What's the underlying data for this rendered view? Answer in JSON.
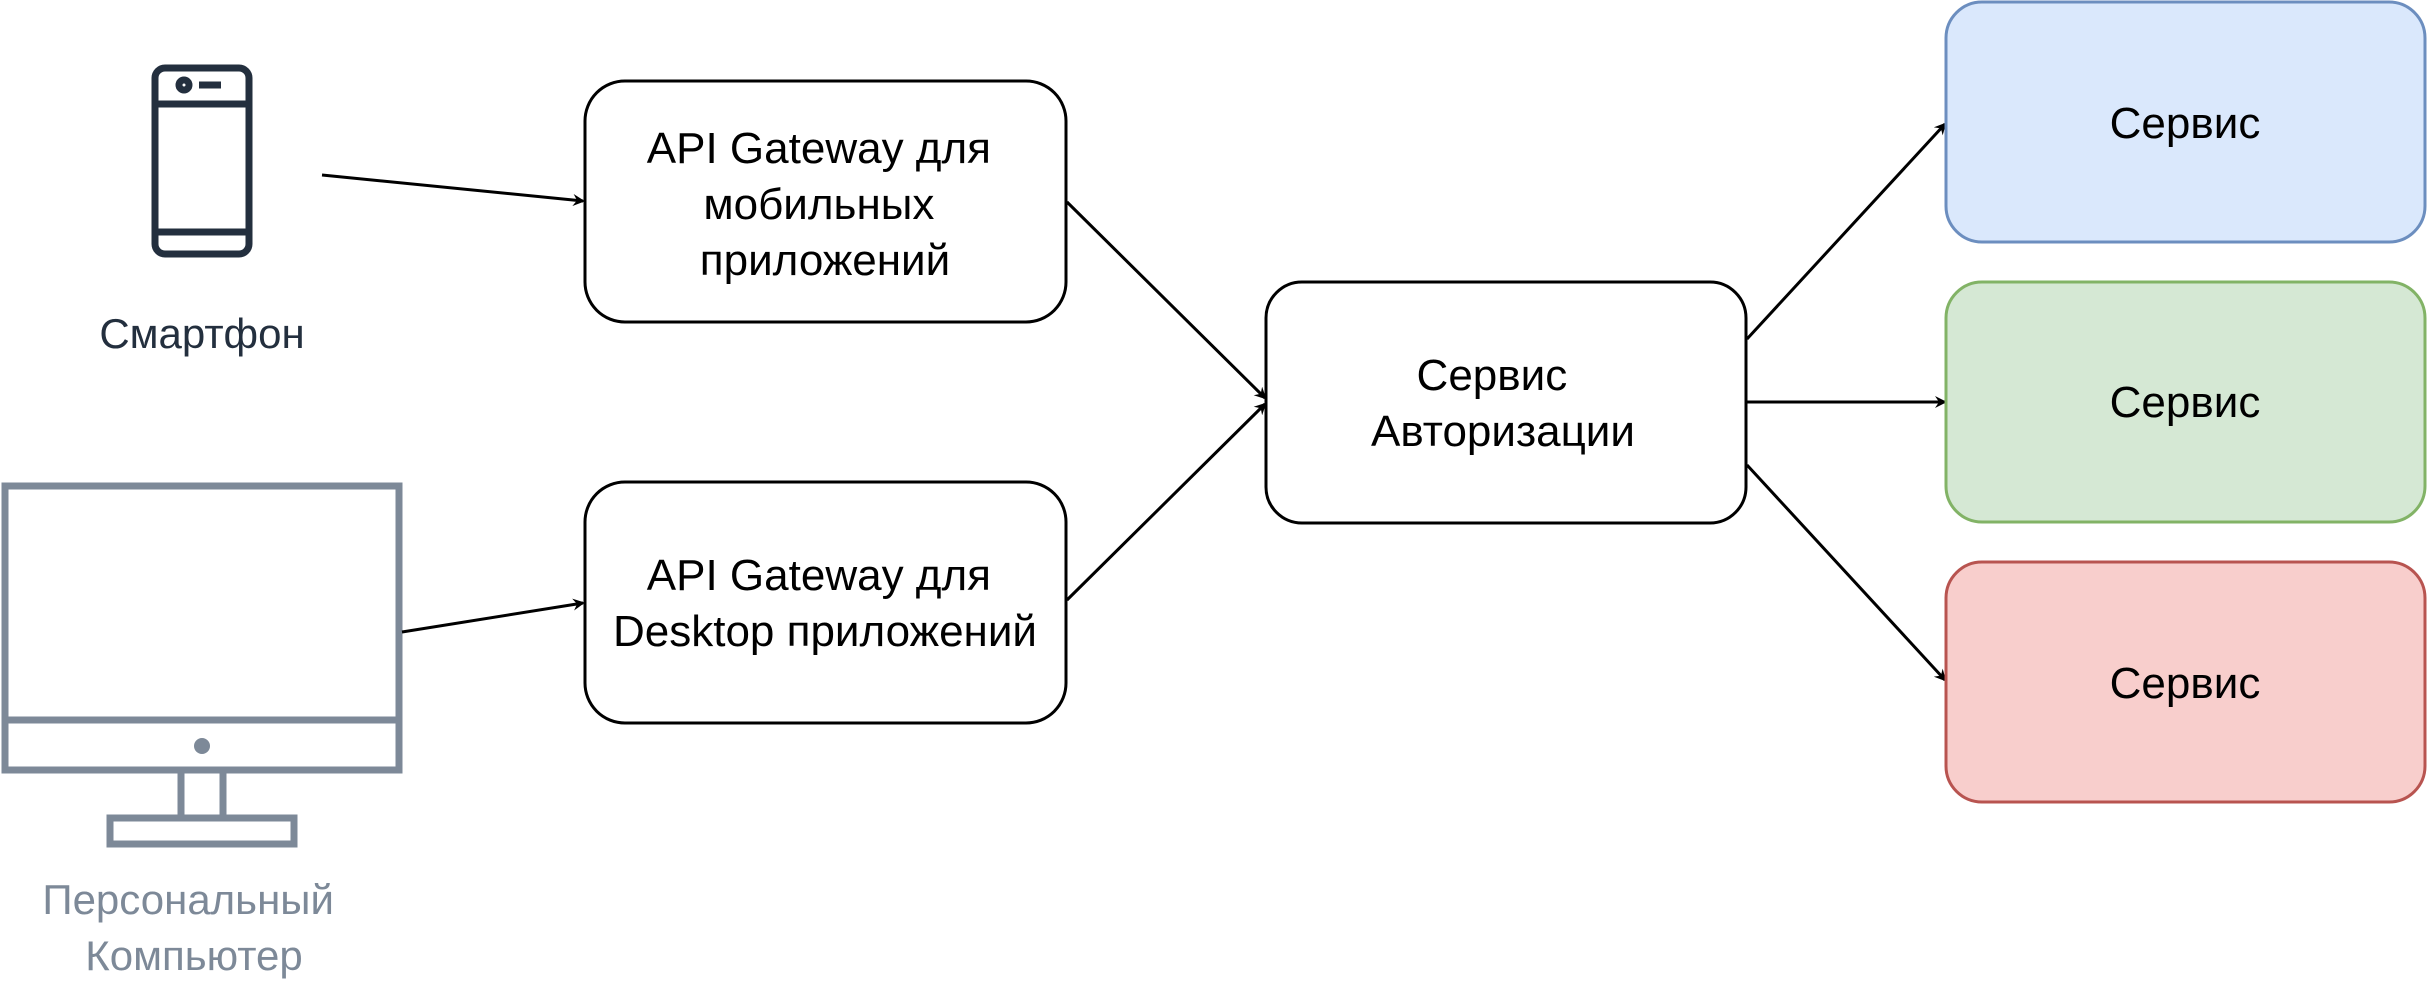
{
  "devices": {
    "smartphone": {
      "label": "Смартфон",
      "icon": "smartphone-icon",
      "color": "#232F3E"
    },
    "computer": {
      "label_lines": [
        "Персональный",
        "Компьютер"
      ],
      "icon": "desktop-computer-icon",
      "color": "#7D8998"
    }
  },
  "gateways": {
    "mobile": {
      "lines": [
        "API Gateway для",
        "мобильных",
        "приложений"
      ]
    },
    "desktop": {
      "lines": [
        "API Gateway для",
        "Desktop приложений"
      ]
    }
  },
  "auth_service": {
    "lines": [
      "Сервис",
      "Авторизации"
    ]
  },
  "services": [
    {
      "label": "Сервис",
      "fill": "#DAE8FC",
      "stroke": "#6C8EBF"
    },
    {
      "label": "Сервис",
      "fill": "#D5E8D4",
      "stroke": "#82B366"
    },
    {
      "label": "Сервис",
      "fill": "#F8CECC",
      "stroke": "#B85450"
    }
  ],
  "colors": {
    "line": "#000000",
    "box_fill": "#FFFFFF"
  }
}
